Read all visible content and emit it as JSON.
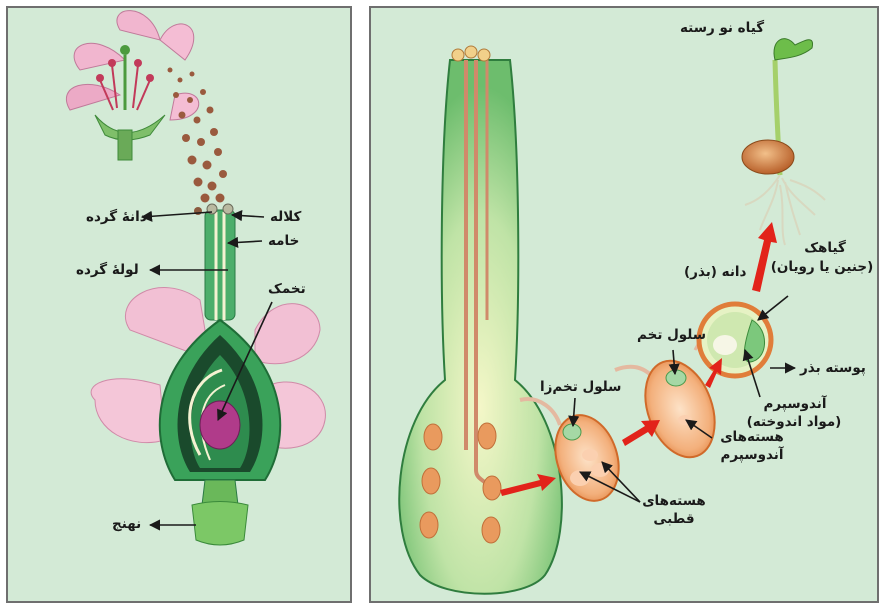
{
  "colors": {
    "panel_bg": "#d3ead6",
    "border": "#6f6f6f",
    "arrow": "#e2231a",
    "petal": "#f1b6cf",
    "ovary": "#3aa25a",
    "ovule": "#b03b8a",
    "cell": "#e99a5e"
  },
  "left_panel": {
    "labels": {
      "pollen_grain": "دانهٔ گرده",
      "stigma": "کلاله",
      "style": "خامه",
      "pollen_tube": "لولهٔ گرده",
      "ovule": "تخمک",
      "receptacle": "نهنج"
    }
  },
  "right_panel": {
    "labels": {
      "seedling": "گیاه نو رسته",
      "embryo_line1": "گیاهک",
      "embryo_line2": "(جنین یا رویان)",
      "seed": "دانه (بذر)",
      "zygote": "سلول تخم",
      "seed_coat": "پوسته بذر",
      "egg_cell": "سلول تخم‌زا",
      "endosperm_line1": "آندوسپرم",
      "endosperm_line2": "(مواد اندوخته)",
      "endosperm_nuclei_line1": "هسته‌های",
      "endosperm_nuclei_line2": "آندوسپرم",
      "polar_nuclei_line1": "هسته‌های",
      "polar_nuclei_line2": "قطبی"
    }
  }
}
